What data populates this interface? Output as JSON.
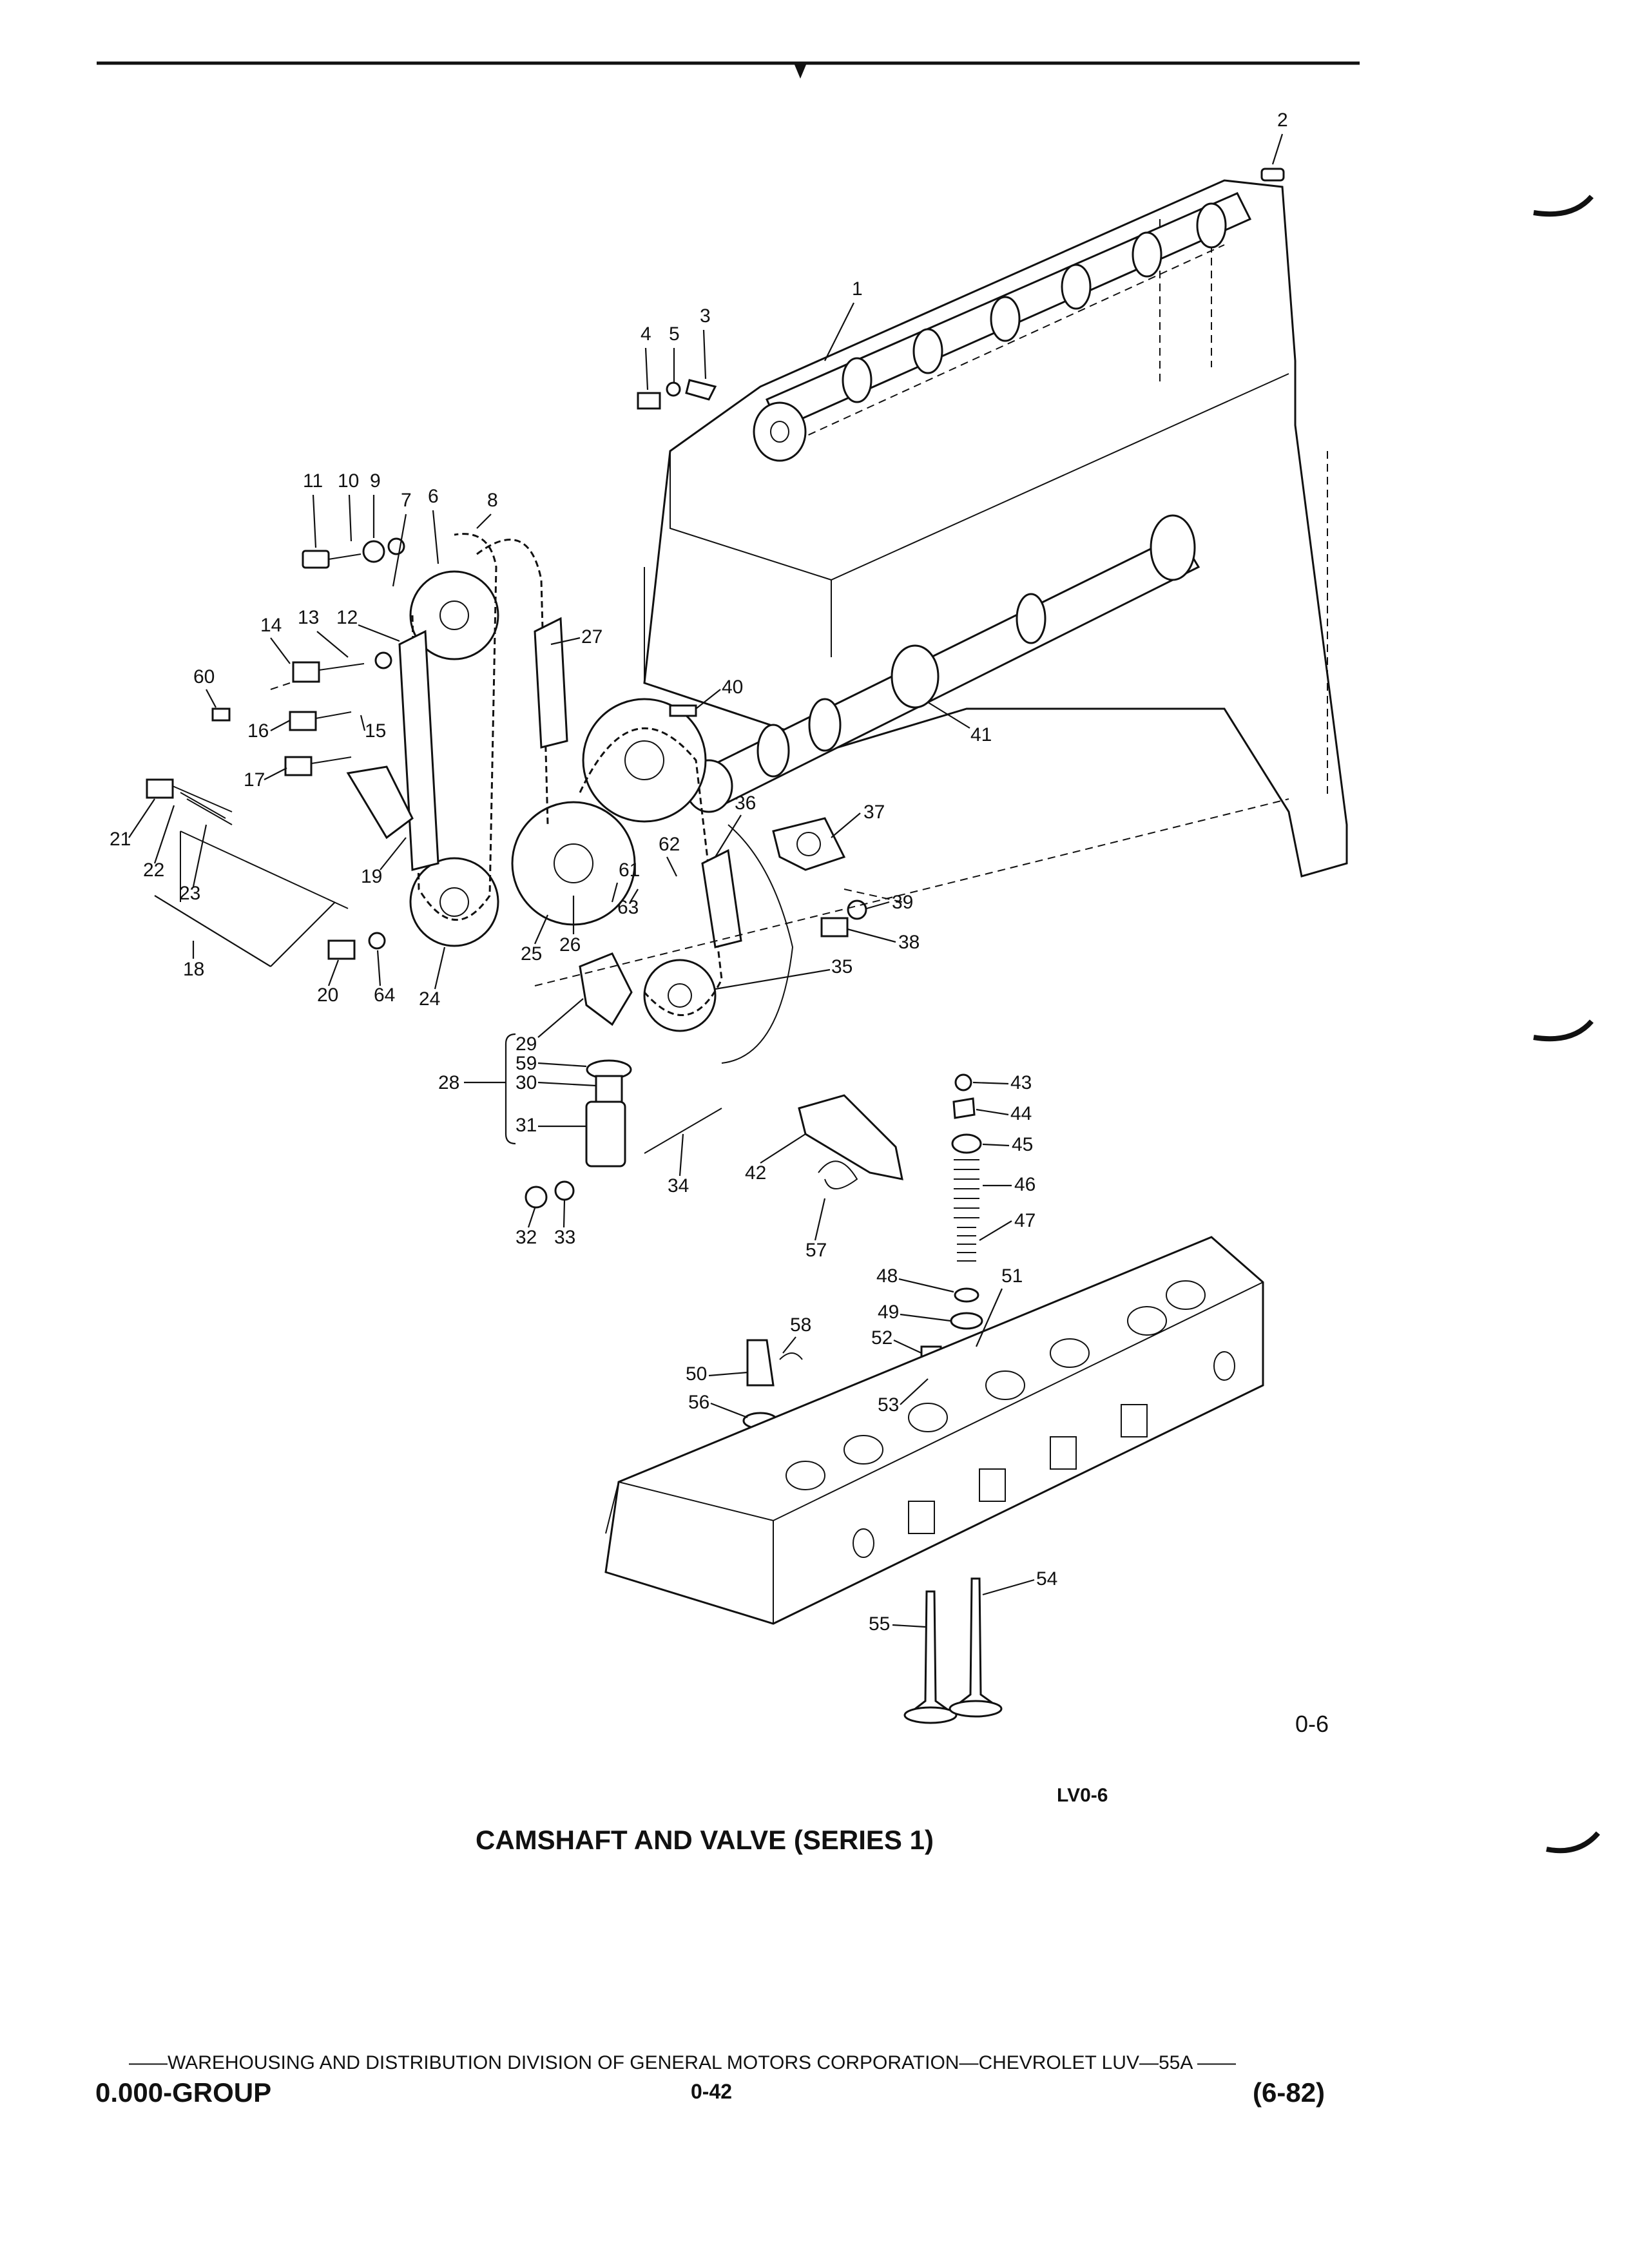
{
  "figure": {
    "figure_id": "0-6",
    "plate_code": "LV0-6",
    "caption": "CAMSHAFT AND VALVE (SERIES 1)"
  },
  "footer": {
    "line": "——WAREHOUSING AND DISTRIBUTION  DIVISION OF GENERAL MOTORS CORPORATION—CHEVROLET LUV—55A  ——",
    "group_code": "0.000-GROUP",
    "page_number": "0-42",
    "revision": "(6-82)"
  },
  "callouts": [
    "1",
    "2",
    "3",
    "4",
    "5",
    "6",
    "7",
    "8",
    "9",
    "10",
    "11",
    "12",
    "13",
    "14",
    "15",
    "16",
    "17",
    "18",
    "19",
    "20",
    "21",
    "22",
    "23",
    "24",
    "25",
    "26",
    "27",
    "28",
    "29",
    "59",
    "30",
    "31",
    "32",
    "33",
    "34",
    "35",
    "36",
    "37",
    "38",
    "39",
    "40",
    "41",
    "42",
    "43",
    "44",
    "45",
    "46",
    "47",
    "48",
    "49",
    "50",
    "51",
    "52",
    "53",
    "54",
    "55",
    "56",
    "57",
    "58",
    "60",
    "61",
    "62",
    "63",
    "64"
  ]
}
